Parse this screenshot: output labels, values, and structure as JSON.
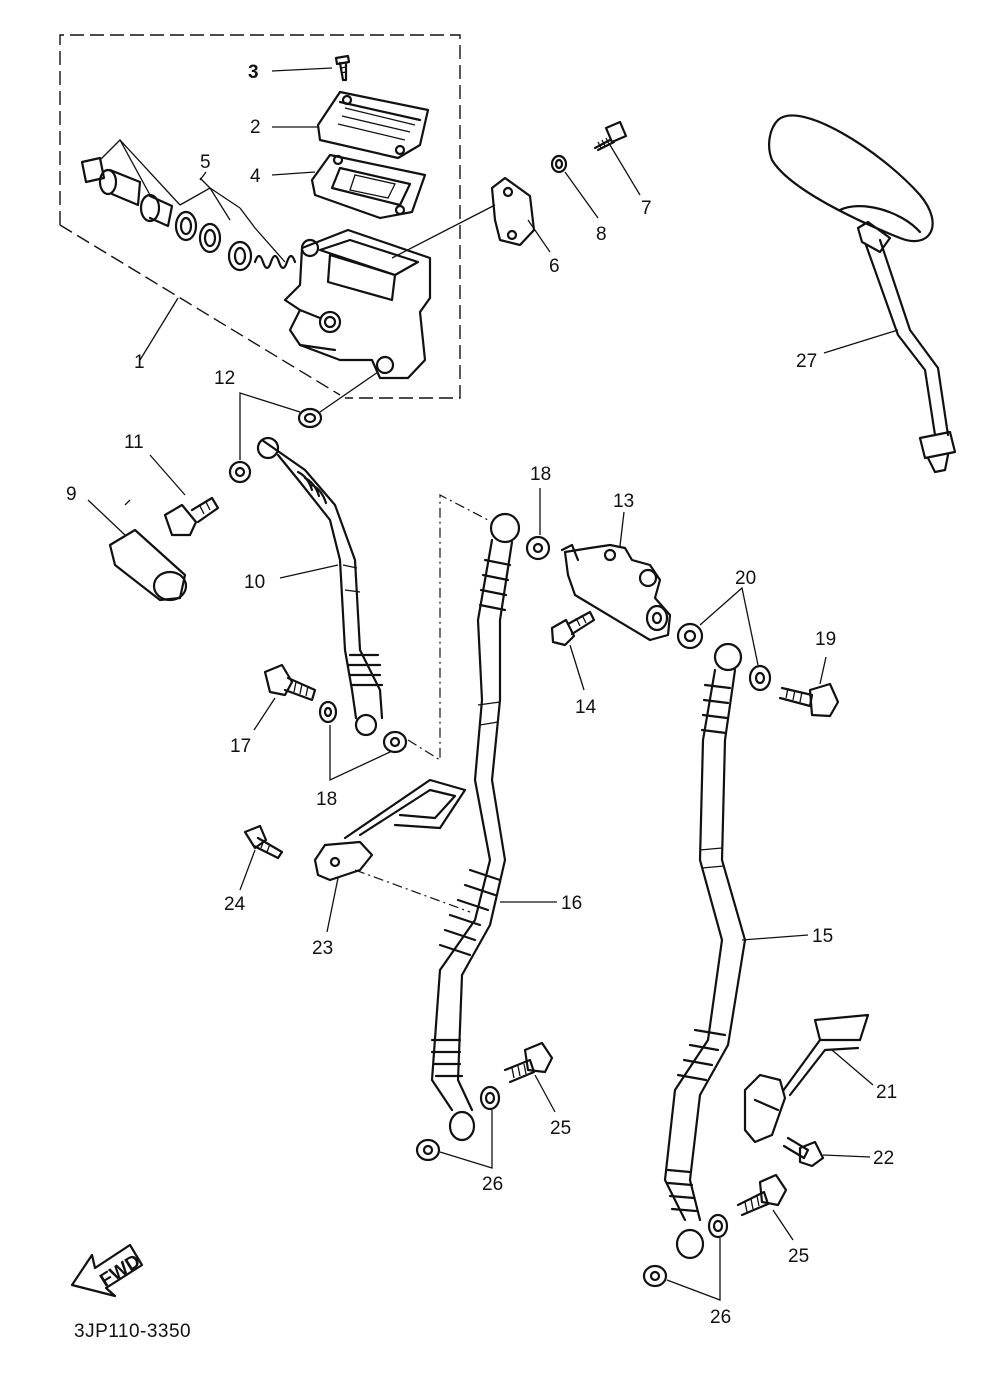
{
  "diagram": {
    "code": "3JP110-3350",
    "fwd_label": "FWD",
    "callouts": {
      "c1": "1",
      "c2": "2",
      "c3": "3",
      "c4": "4",
      "c5": "5",
      "c6": "6",
      "c7": "7",
      "c8": "8",
      "c9": "9",
      "c10": "10",
      "c11": "11",
      "c12": "12",
      "c13": "13",
      "c14": "14",
      "c15": "15",
      "c16": "16",
      "c17": "17",
      "c18a": "18",
      "c18b": "18",
      "c19": "19",
      "c20": "20",
      "c21": "21",
      "c22": "22",
      "c23": "23",
      "c24": "24",
      "c25a": "25",
      "c25b": "25",
      "c26a": "26",
      "c26b": "26",
      "c27": "27"
    }
  }
}
